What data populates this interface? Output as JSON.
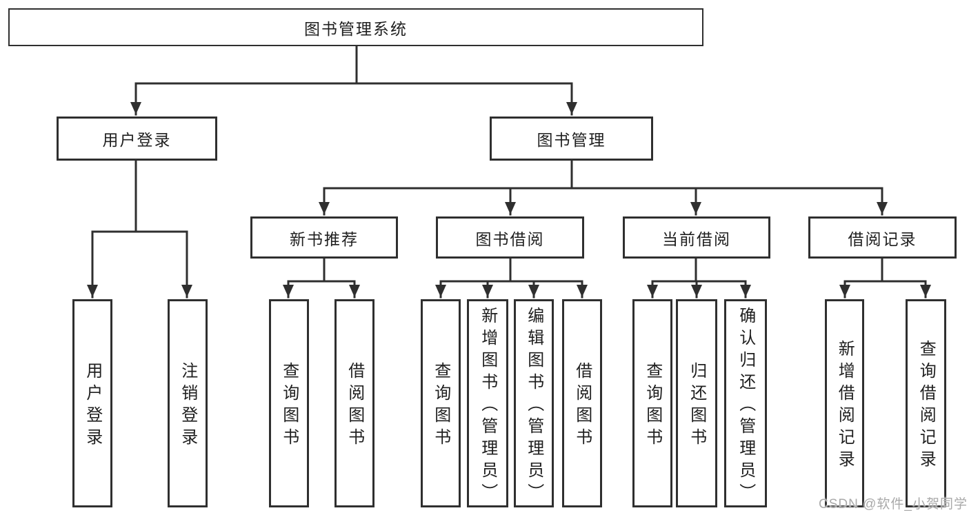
{
  "diagram": {
    "root": {
      "label": "图书管理系统"
    },
    "branches": [
      {
        "label": "用户登录",
        "children": [
          {
            "label": "用户登录"
          },
          {
            "label": "注销登录"
          }
        ]
      },
      {
        "label": "图书管理",
        "children": [
          {
            "label": "新书推荐",
            "children": [
              {
                "label": "查询图书"
              },
              {
                "label": "借阅图书"
              }
            ]
          },
          {
            "label": "图书借阅",
            "children": [
              {
                "label": "查询图书"
              },
              {
                "label": "新增图书（管理员）"
              },
              {
                "label": "编辑图书（管理员）"
              },
              {
                "label": "借阅图书"
              }
            ]
          },
          {
            "label": "当前借阅",
            "children": [
              {
                "label": "查询图书"
              },
              {
                "label": "归还图书"
              },
              {
                "label": "确认归还（管理员）"
              }
            ]
          },
          {
            "label": "借阅记录",
            "children": [
              {
                "label": "新增借阅记录"
              },
              {
                "label": "查询借阅记录"
              }
            ]
          }
        ]
      }
    ],
    "watermark": "CSDN @软件_小贺同学",
    "colors": {
      "line": "#2f2f2f",
      "text": "#1f1f1f",
      "box_background": "#ffffff",
      "watermark": "#a9a9a9",
      "background": "#ffffff"
    }
  }
}
